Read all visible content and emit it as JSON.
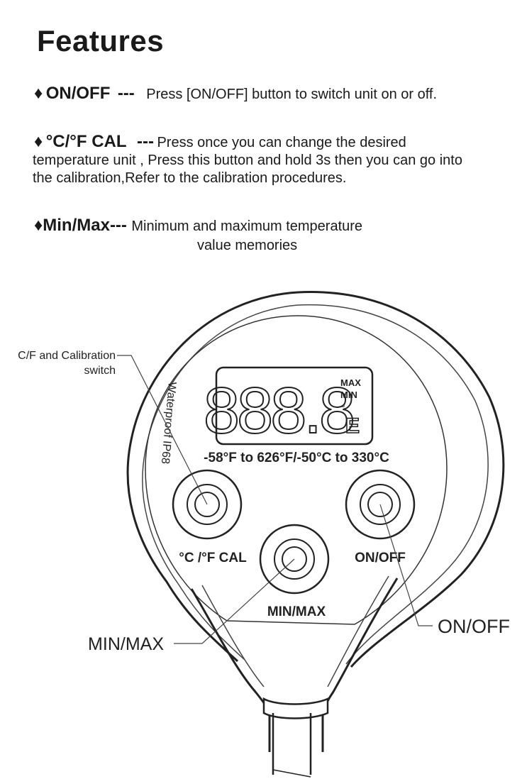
{
  "title": "Features",
  "features": [
    {
      "bullet": "♦",
      "name": "ON/OFF",
      "dash": "---",
      "desc_line1": "Press [ON/OFF] button to switch unit on or off."
    },
    {
      "bullet": "♦",
      "name": "°C/°F CAL",
      "dash": "---",
      "desc_line1": "Press once you can change the desired",
      "desc_line2": "temperature unit , Press this button and hold 3s then you can go into",
      "desc_line3": "the calibration,Refer to the calibration procedures."
    },
    {
      "bullet": "♦",
      "name": "Min/Max",
      "dash": "---",
      "desc_line1": "Minimum and maximum temperature",
      "desc_line2": "value memories"
    }
  ],
  "device": {
    "side_text": "Waterproof IP68",
    "display_digits": "888.8",
    "display_max": "MAX",
    "display_min": "MIN",
    "display_degree": "°",
    "display_unit": "E",
    "range_text": "-58°F to 626°F/-50°C to 330°C",
    "btn_cal_label": "°C /°F  CAL",
    "btn_onoff_label": "ON/OFF",
    "btn_minmax_label": "MIN/MAX"
  },
  "callouts": {
    "cal_line1": "C/F and Calibration",
    "cal_line2": "switch",
    "minmax": "MIN/MAX",
    "onoff": "ON/OFF"
  }
}
